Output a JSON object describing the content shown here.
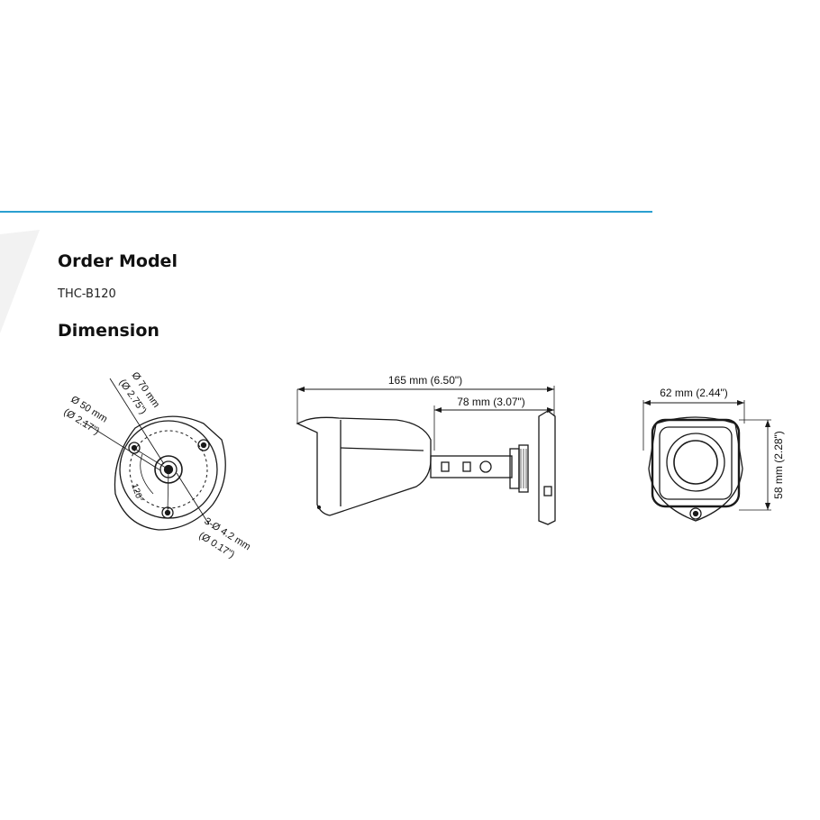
{
  "section": {
    "order_heading": "Order Model",
    "model_code": "THC-B120",
    "dimension_heading": "Dimension"
  },
  "base_view": {
    "dia_outer_mm": "Ø 70 mm",
    "dia_outer_in": "(Ø 2.75\")",
    "dia_inner_mm": "Ø 50 mm",
    "dia_inner_in": "(Ø 2.17\")",
    "angle": "120°",
    "hole_mm": "3-Ø 4.2 mm",
    "hole_in": "(Ø 0.17\")"
  },
  "side_view": {
    "length_total": "165 mm (6.50\")",
    "length_mount": "78 mm  (3.07\")"
  },
  "front_view": {
    "width": "62 mm (2.44\")",
    "height": "58 mm (2.28\")"
  },
  "colors": {
    "accent_rule": "#2a9fd0",
    "line": "#1a1a1a",
    "dim": "#333333"
  }
}
